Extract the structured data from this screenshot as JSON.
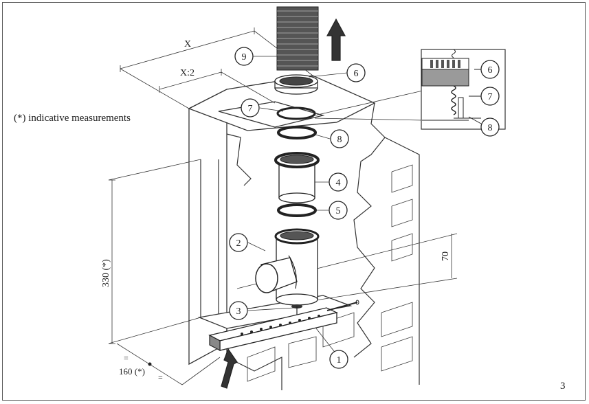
{
  "note": "(*) indicative measurements",
  "page_number": "3",
  "dimensions": {
    "x": "X",
    "x_half": "X:2",
    "height_330": "330 (*)",
    "depth_160": "160 (*)",
    "offset_70": "70",
    "equal_top": "=",
    "equal_bottom": "="
  },
  "callouts": {
    "c1": "1",
    "c2": "2",
    "c3": "3",
    "c4": "4",
    "c5": "5",
    "c6": "6",
    "c7": "7",
    "c8": "8",
    "c9": "9",
    "detail_6": "6",
    "detail_7": "7",
    "detail_8": "8"
  },
  "icons": {
    "exhaust_arrow": "arrow-up-icon",
    "intake_arrow": "arrow-diagonal-icon"
  }
}
